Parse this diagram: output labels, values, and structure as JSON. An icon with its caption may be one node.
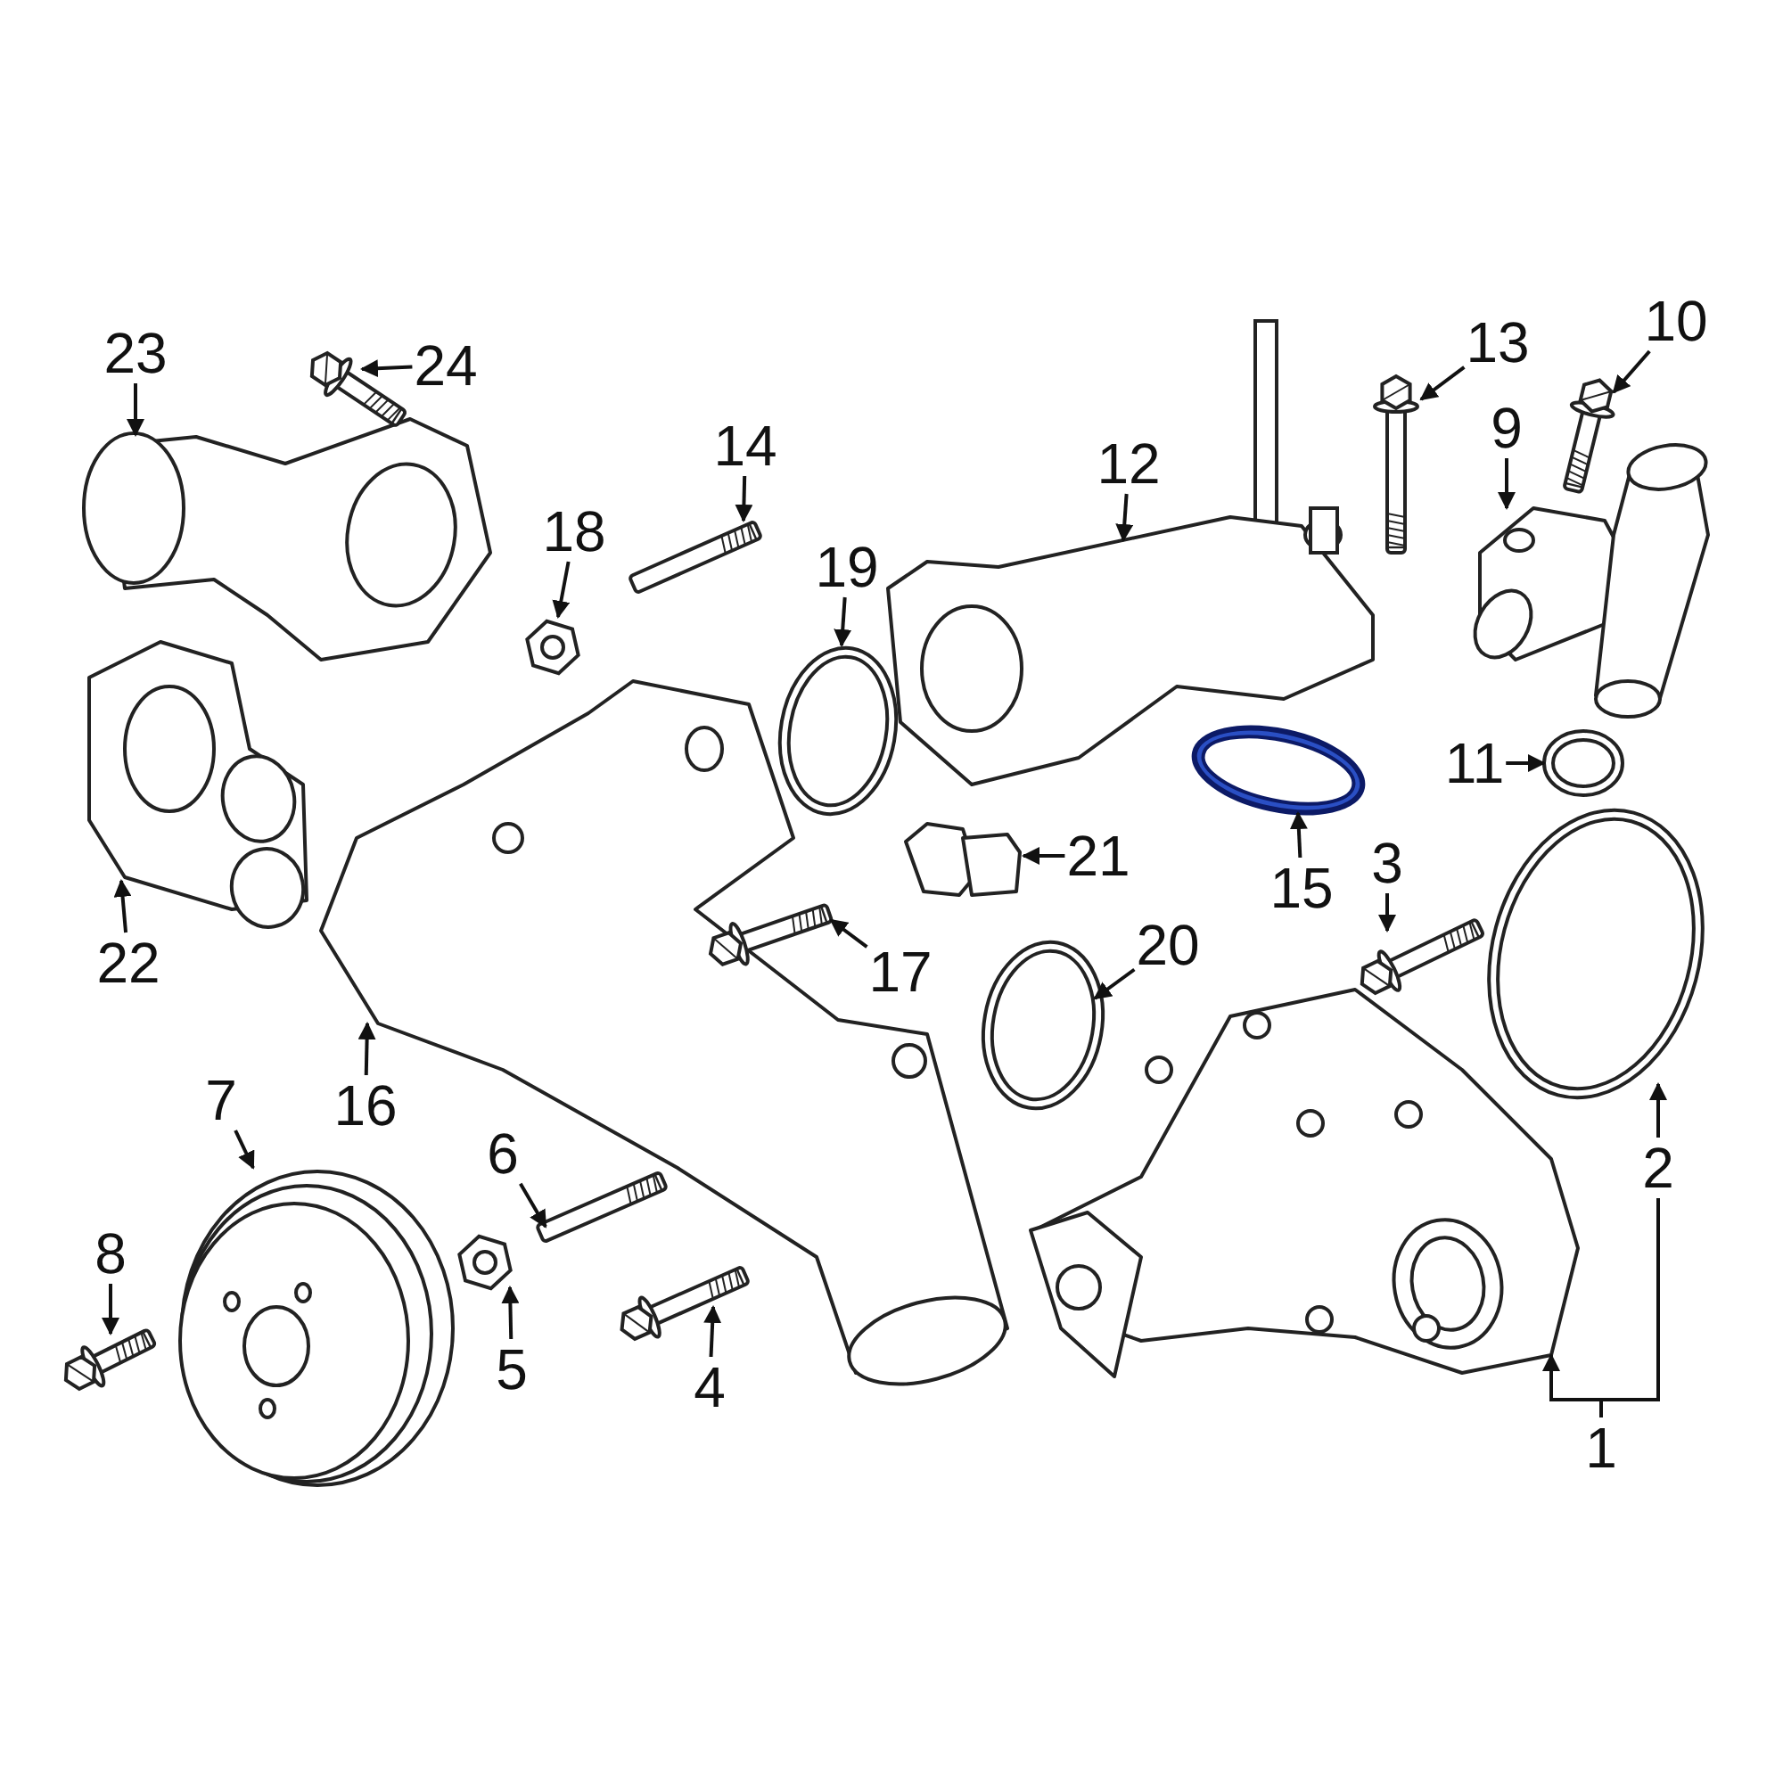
{
  "diagram": {
    "nodes": [
      {
        "text": [
          "1"
        ]
      },
      {
        "text": [
          "2"
        ]
      },
      {
        "text": [
          "3"
        ]
      },
      {
        "text": [
          "4"
        ]
      },
      {
        "text": [
          "5"
        ]
      },
      {
        "text": [
          "6"
        ]
      },
      {
        "text": [
          "7"
        ]
      },
      {
        "text": [
          "8"
        ]
      },
      {
        "text": [
          "9"
        ]
      },
      {
        "text": [
          "10"
        ]
      },
      {
        "text": [
          "11"
        ]
      },
      {
        "text": [
          "12"
        ]
      },
      {
        "text": [
          "13"
        ]
      },
      {
        "text": [
          "14"
        ]
      },
      {
        "text": [
          "15"
        ]
      },
      {
        "text": [
          "16"
        ]
      },
      {
        "text": [
          "17"
        ]
      },
      {
        "text": [
          "18"
        ]
      },
      {
        "text": [
          "19"
        ]
      },
      {
        "text": [
          "20"
        ]
      },
      {
        "text": [
          "21"
        ]
      },
      {
        "text": [
          "22"
        ]
      },
      {
        "text": [
          "23"
        ]
      },
      {
        "text": [
          "24"
        ]
      },
      {
        "text": [],
        "shape": "picture"
      },
      {
        "text": [],
        "shape": "picture"
      },
      {
        "text": [],
        "shape": "picture"
      },
      {
        "text": [],
        "shape": "picture"
      },
      {
        "text": [],
        "shape": "picture"
      },
      {
        "text": [],
        "shape": "picture"
      },
      {
        "text": [],
        "shape": "picture"
      },
      {
        "text": [],
        "shape": "picture"
      },
      {
        "text": [],
        "shape": "picture"
      },
      {
        "text": [],
        "shape": "picture"
      },
      {
        "text": [],
        "shape": "picture"
      },
      {
        "text": [],
        "shape": "picture"
      },
      {
        "text": [],
        "shape": "picture"
      },
      {
        "text": [],
        "shape": "picture"
      },
      {
        "text": [],
        "shape": "picture"
      },
      {
        "text": [],
        "shape": "picture"
      },
      {
        "text": [],
        "shape": "picture"
      },
      {
        "text": [],
        "shape": "picture"
      },
      {
        "text": [],
        "shape": "picture"
      },
      {
        "text": [],
        "shape": "picture"
      },
      {
        "text": [],
        "shape": "picture"
      },
      {
        "text": [],
        "shape": "picture"
      },
      {
        "text": [],
        "shape": "picture"
      },
      {
        "text": [],
        "shape": "picture"
      }
    ],
    "edges": [
      {
        "from": 0,
        "to": 24,
        "arrow": "to"
      },
      {
        "from": 1,
        "to": 25,
        "arrow": "to"
      },
      {
        "from": 2,
        "to": 26,
        "arrow": "to"
      },
      {
        "from": 3,
        "to": 27,
        "arrow": "to"
      },
      {
        "from": 4,
        "to": 28,
        "arrow": "to"
      },
      {
        "from": 5,
        "to": 29,
        "arrow": "to"
      },
      {
        "from": 6,
        "to": 30,
        "arrow": "to"
      },
      {
        "from": 7,
        "to": 31,
        "arrow": "to"
      },
      {
        "from": 8,
        "to": 32,
        "arrow": "to"
      },
      {
        "from": 9,
        "to": 33,
        "arrow": "to"
      },
      {
        "from": 10,
        "to": 34,
        "arrow": "to"
      },
      {
        "from": 11,
        "to": 35,
        "arrow": "to"
      },
      {
        "from": 12,
        "to": 36,
        "arrow": "to"
      },
      {
        "from": 13,
        "to": 37,
        "arrow": "to"
      },
      {
        "from": 14,
        "to": 38,
        "arrow": "to"
      },
      {
        "from": 15,
        "to": 39,
        "arrow": "to"
      },
      {
        "from": 16,
        "to": 40,
        "arrow": "to"
      },
      {
        "from": 17,
        "to": 41,
        "arrow": "to"
      },
      {
        "from": 18,
        "to": 42,
        "arrow": "to"
      },
      {
        "from": 19,
        "to": 43,
        "arrow": "to"
      },
      {
        "from": 20,
        "to": 44,
        "arrow": "to"
      },
      {
        "from": 21,
        "to": 45,
        "arrow": "to"
      },
      {
        "from": 22,
        "to": 46,
        "arrow": "to"
      },
      {
        "from": 23,
        "to": 47,
        "arrow": "to"
      },
      {
        "from": 0,
        "to": 1,
        "arrow": "none"
      }
    ]
  }
}
